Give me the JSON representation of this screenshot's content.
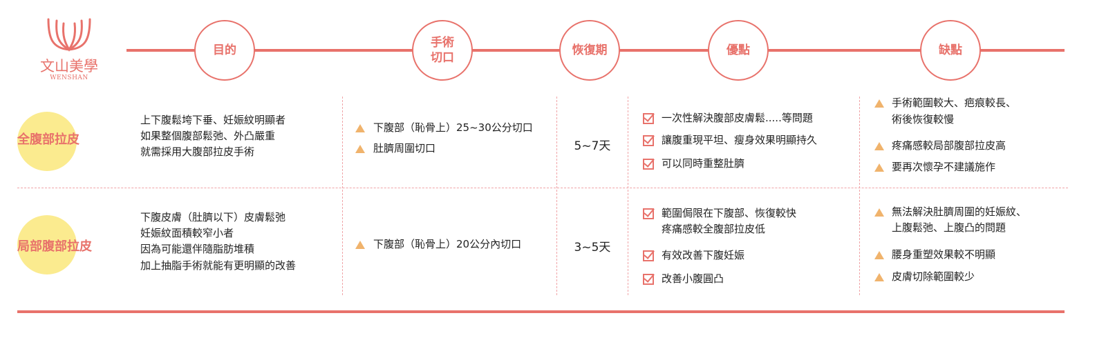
{
  "logo": {
    "name": "文山美學",
    "sub": "WENSHAN"
  },
  "headers": {
    "purpose": "目的",
    "incision": "手術\n切口",
    "recovery": "恢復期",
    "pros": "優點",
    "cons": "缺點"
  },
  "rows": [
    {
      "label": "全腹部拉皮",
      "purpose": [
        "上下腹鬆垮下垂、妊娠紋明顯者",
        "如果整個腹部鬆弛、外凸嚴重",
        "就需採用大腹部拉皮手術"
      ],
      "incision": [
        "下腹部（恥骨上）25~30公分切口",
        "肚臍周圍切口"
      ],
      "recovery": "5~7天",
      "pros": [
        [
          "一次性解決腹部皮膚鬆.....等問題"
        ],
        [
          "讓腹重現平坦、瘦身效果明顯持久"
        ],
        [
          "可以同時重整肚臍"
        ]
      ],
      "cons": [
        [
          "手術範圍較大、疤痕較長、",
          "術後恢復較慢"
        ],
        [
          "疼痛感較局部腹部拉皮高"
        ],
        [
          "要再次懷孕不建議施作"
        ]
      ]
    },
    {
      "label": "局部腹部拉皮",
      "purpose": [
        "下腹皮膚（肚臍以下）皮膚鬆弛",
        "妊娠紋面積較窄小者",
        "因為可能還伴隨脂肪堆積",
        "加上抽脂手術就能有更明顯的改善"
      ],
      "incision": [
        "下腹部（恥骨上）20公分內切口"
      ],
      "recovery": "3~5天",
      "pros": [
        [
          "範圍侷限在下腹部、恢復較快",
          "疼痛感較全腹部拉皮低"
        ],
        [
          "有效改善下腹妊娠"
        ],
        [
          "改善小腹圓凸"
        ]
      ],
      "cons": [
        [
          "無法解決肚臍周圍的妊娠紋、",
          "上腹鬆弛、上腹凸的問題"
        ],
        [
          "腰身重塑效果較不明顯"
        ],
        [
          "皮膚切除範圍較少"
        ]
      ]
    }
  ],
  "colors": {
    "accent": "#e8726b",
    "highlight": "#fbeb8f",
    "triangle": "#f0b36c"
  }
}
